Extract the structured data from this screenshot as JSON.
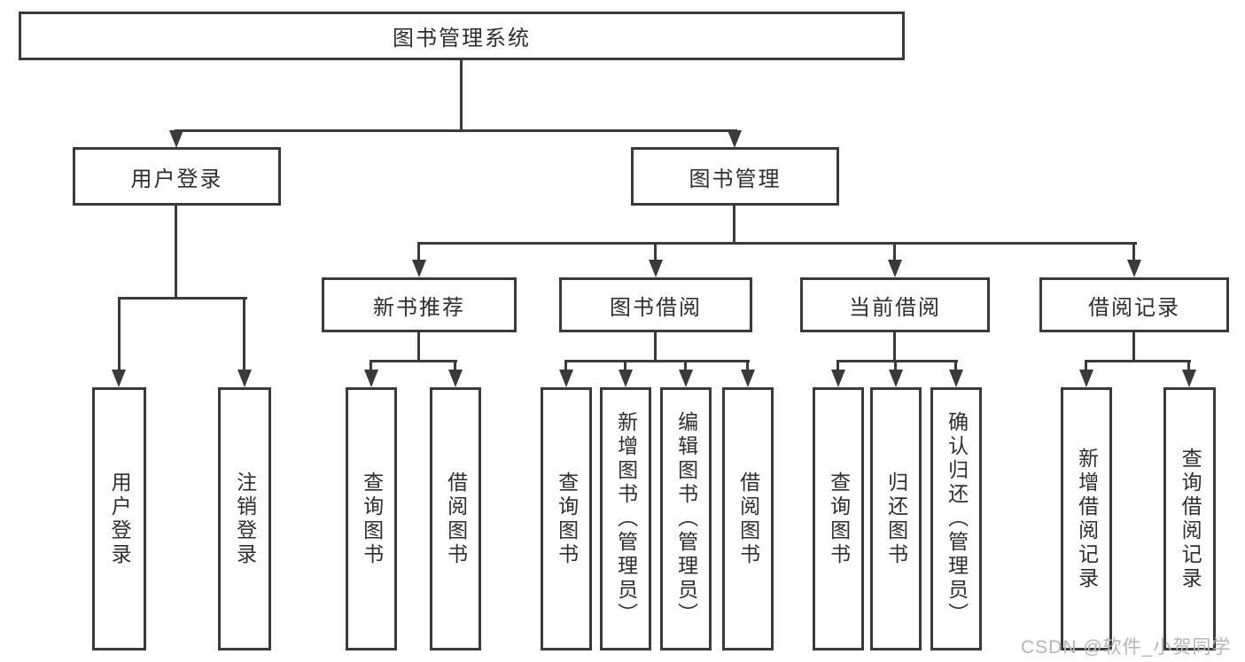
{
  "diagram": {
    "watermark": "CSDN @软件_小贺同学",
    "colors": {
      "line": "#3a3a3a",
      "box_border": "#3a3a3a",
      "text": "#2e2e2e",
      "watermark": "#b5b5b5",
      "background": "#ffffff"
    },
    "tree": {
      "root": {
        "label": "图书管理系统"
      },
      "branches": [
        {
          "label": "用户登录",
          "children": [
            {
              "label": "用户登录"
            },
            {
              "label": "注销登录"
            }
          ]
        },
        {
          "label": "图书管理",
          "sections": [
            {
              "label": "新书推荐",
              "children": [
                {
                  "label": "查询图书"
                },
                {
                  "label": "借阅图书"
                }
              ]
            },
            {
              "label": "图书借阅",
              "children": [
                {
                  "label": "查询图书"
                },
                {
                  "label": "新增图书（管理员）"
                },
                {
                  "label": "编辑图书（管理员）"
                },
                {
                  "label": "借阅图书"
                }
              ]
            },
            {
              "label": "当前借阅",
              "children": [
                {
                  "label": "查询图书"
                },
                {
                  "label": "归还图书"
                },
                {
                  "label": "确认归还（管理员）"
                }
              ]
            },
            {
              "label": "借阅记录",
              "children": [
                {
                  "label": "新增借阅记录"
                },
                {
                  "label": "查询借阅记录"
                }
              ]
            }
          ]
        }
      ]
    }
  }
}
